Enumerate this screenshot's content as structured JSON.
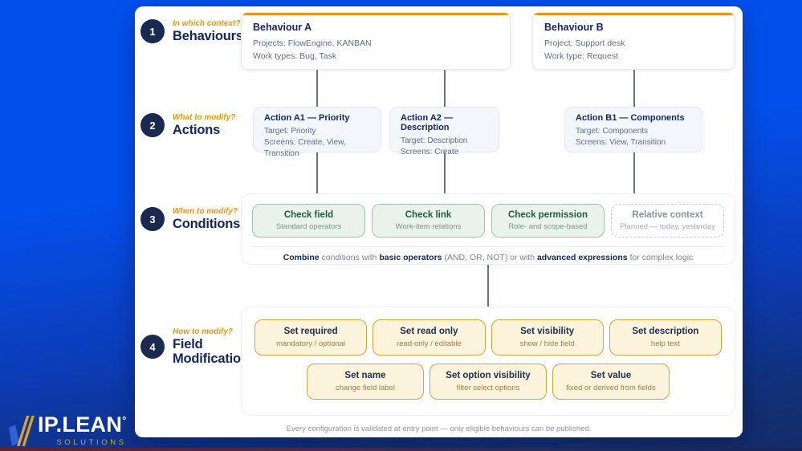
{
  "steps": [
    {
      "num": "1",
      "question": "In which context?",
      "title": "Behaviours"
    },
    {
      "num": "2",
      "question": "What to modify?",
      "title": "Actions"
    },
    {
      "num": "3",
      "question": "When to modify?",
      "title": "Conditions"
    },
    {
      "num": "4",
      "question": "How to modify?",
      "title": "Field Modifications"
    }
  ],
  "behaviours": [
    {
      "title": "Behaviour A",
      "line1": "Projects: FlowEngine, KANBAN",
      "line2": "Work types: Bug, Task"
    },
    {
      "title": "Behaviour B",
      "line1": "Project: Support desk",
      "line2": "Work type: Request"
    }
  ],
  "actions": [
    {
      "title": "Action A1 — Priority",
      "target": "Target: Priority",
      "screens": "Screens: Create, View, Transition"
    },
    {
      "title": "Action A2 — Description",
      "target": "Target: Description",
      "screens": "Screens: Create"
    },
    {
      "title": "Action B1 — Components",
      "target": "Target: Components",
      "screens": "Screens: View, Transition"
    }
  ],
  "conditions": {
    "pills": [
      {
        "title": "Check field",
        "subtitle": "Standard operators"
      },
      {
        "title": "Check link",
        "subtitle": "Work-item relations"
      },
      {
        "title": "Check permission",
        "subtitle": "Role- and scope-based"
      },
      {
        "title": "Relative context",
        "subtitle": "Planned — today, yesterday"
      }
    ],
    "note": {
      "b1": "Combine",
      "t1": " conditions with ",
      "b2": "basic operators",
      "t2": " (AND, OR, NOT) or with ",
      "b3": "advanced expressions",
      "t3": " for complex logic"
    }
  },
  "field_modifications": {
    "row1": [
      {
        "title": "Set required",
        "subtitle": "mandatory / optional"
      },
      {
        "title": "Set read only",
        "subtitle": "read-only / editable"
      },
      {
        "title": "Set visibility",
        "subtitle": "show / hide field"
      },
      {
        "title": "Set description",
        "subtitle": "help text"
      }
    ],
    "row2": [
      {
        "title": "Set name",
        "subtitle": "change field label"
      },
      {
        "title": "Set option visibility",
        "subtitle": "filter select options"
      },
      {
        "title": "Set value",
        "subtitle": "fixed or derived from fields"
      }
    ]
  },
  "footer_note": "Every configuration is validated at entry point — only eligible behaviours can be published.",
  "logo": {
    "brand": "IP.LEAN",
    "degree": "°",
    "tagline": "SOLUTIONS"
  },
  "colors": {
    "background_top": "#0350ED",
    "background_bottom": "#152C67",
    "accent_orange": "#E8980C",
    "navy": "#13265E",
    "step_circle": "#1A2950",
    "condition_green_border": "#9CC4AB",
    "condition_green_text": "#1D5C43",
    "modification_amber_border": "#D9A33C",
    "modification_amber_bg": "#FBF3DC",
    "connector": "#64748B",
    "logo_gold": "#D9A32A"
  }
}
